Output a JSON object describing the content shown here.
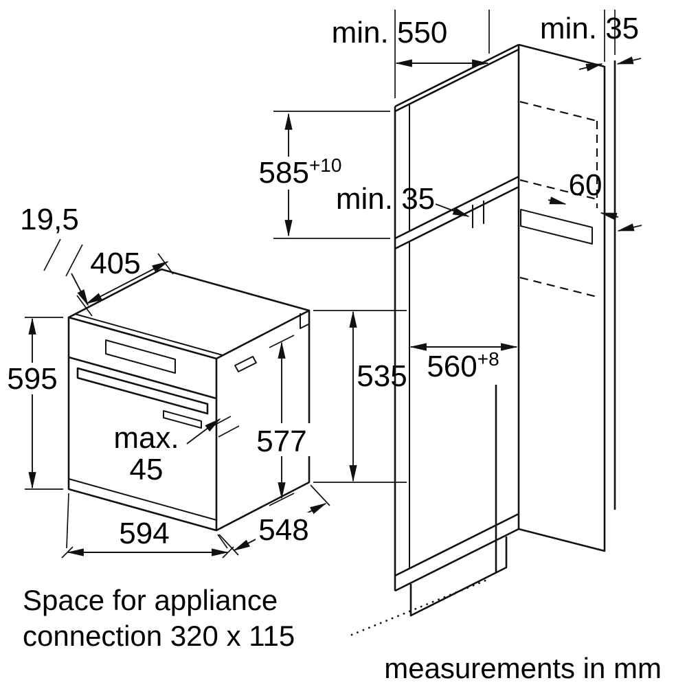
{
  "note": {
    "line1": "Space for appliance",
    "line2": "connection 320 x 115"
  },
  "footer": {
    "units": "measurements in mm"
  },
  "oven_dims": {
    "fascia_depth": "19,5",
    "top_depth": "405",
    "front_height": "595",
    "protrusion_label": "max.",
    "protrusion_value": "45",
    "door_height": "577",
    "body_height": "535",
    "width": "594",
    "body_depth": "548"
  },
  "cabinet_dims": {
    "min_depth": "min. 550",
    "top_wall_gap": "min. 35",
    "niche_height": "585",
    "niche_height_tol": "+10",
    "rear_gap": "min. 35",
    "vent_depth": "60",
    "niche_width": "560",
    "niche_width_tol": "+8"
  }
}
